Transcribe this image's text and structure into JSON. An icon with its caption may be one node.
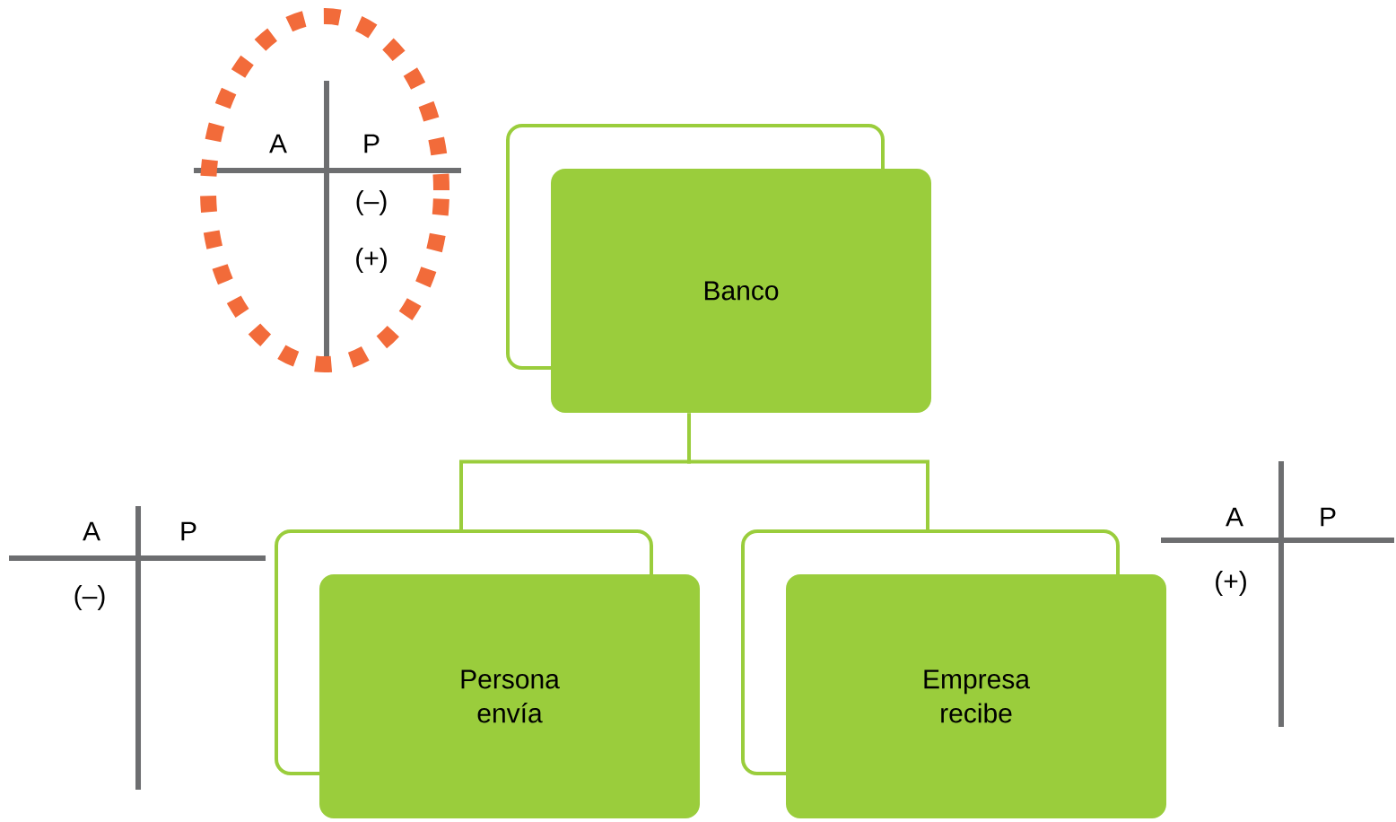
{
  "diagram": {
    "nodes": [
      {
        "text": [
          "Banco"
        ]
      },
      {
        "text": [
          "Persona envía"
        ]
      },
      {
        "text": [
          "Empresa recibe"
        ]
      }
    ],
    "edges": [
      {
        "from": 0,
        "to": 1,
        "arrow": "none"
      },
      {
        "from": 0,
        "to": 2,
        "arrow": "none"
      }
    ],
    "labels": [
      "A",
      "P",
      "(–)",
      "(+)",
      "A",
      "P",
      "(–)",
      "A",
      "P",
      "(+)"
    ]
  }
}
